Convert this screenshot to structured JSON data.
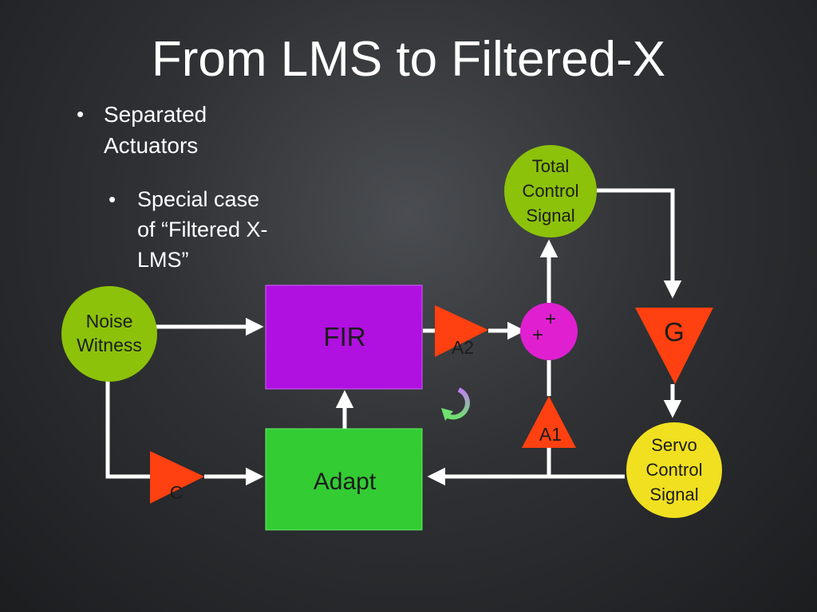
{
  "slide": {
    "title": "From LMS to Filtered-X",
    "bullets": [
      {
        "text": "Separated Actuators",
        "lines": [
          "Separated",
          "Actuators"
        ]
      },
      {
        "text": "Special case of “Filtered X-LMS”",
        "lines": [
          "Special case",
          "of “Filtered X-",
          "LMS”"
        ]
      }
    ]
  },
  "diagram": {
    "nodes": {
      "noise_witness": {
        "lines": [
          "Noise",
          "Witness"
        ],
        "shape": "circle",
        "color": "#8cc20a"
      },
      "fir": {
        "label": "FIR",
        "shape": "rect",
        "color": "#b010e0"
      },
      "adapt": {
        "label": "Adapt",
        "shape": "rect",
        "color": "#33cc33"
      },
      "a2": {
        "label": "A2",
        "shape": "triangle-right",
        "color": "#ff4010"
      },
      "c": {
        "label": "C",
        "shape": "triangle-right",
        "color": "#ff4010"
      },
      "a1": {
        "label": "A1",
        "shape": "triangle-up",
        "color": "#ff4010"
      },
      "summing": {
        "labels": [
          "+",
          "+"
        ],
        "shape": "circle",
        "color": "#e020d0"
      },
      "g": {
        "label": "G",
        "shape": "triangle-down",
        "color": "#ff4010"
      },
      "total_control": {
        "lines": [
          "Total",
          "Control",
          "Signal"
        ],
        "shape": "circle",
        "color": "#8cc20a"
      },
      "servo_control": {
        "lines": [
          "Servo",
          "Control",
          "Signal"
        ],
        "shape": "circle",
        "color": "#f0e020"
      }
    },
    "colors": {
      "connector": "#ffffff",
      "rotate_arrow_gradient": [
        "#c080f0",
        "#80e080"
      ]
    },
    "icons": {
      "adaptation": "rotate-arrow-icon"
    }
  }
}
